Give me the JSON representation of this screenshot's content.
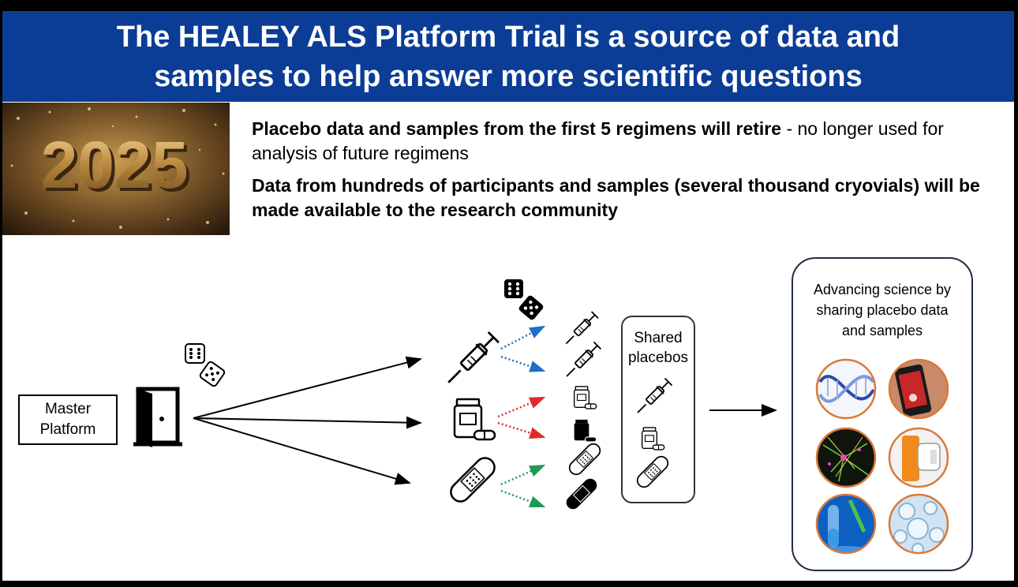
{
  "title": {
    "line1": "The HEALEY ALS Platform Trial is a source of data and",
    "line2": "samples to help answer more scientific questions"
  },
  "photo": {
    "text": "2025",
    "icon": "2025-celebration-image"
  },
  "bullets": [
    {
      "bold": "Placebo data and samples from the first 5 regimens will retire",
      "rest": " - no longer used for analysis of future regimens"
    },
    {
      "bold": "Data from hundreds of participants and samples (several thousand cryovials) will be made available to the research community",
      "rest": ""
    }
  ],
  "master": {
    "line1": "Master",
    "line2": "Platform"
  },
  "shared": {
    "line1": "Shared",
    "line2": "placebos"
  },
  "science": {
    "line1": "Advancing science by",
    "line2": "sharing placebo data",
    "line3": "and samples"
  },
  "icons": [
    "door-icon",
    "dice-icon",
    "syringe-icon",
    "pill-bottle-icon",
    "bandage-icon",
    "dna-icon",
    "phone-app-icon",
    "neurons-icon",
    "spirometer-icon",
    "test-tube-icon",
    "cells-icon"
  ],
  "colors": {
    "banner": "#0b3d96",
    "blue_arrow": "#1f6fc9",
    "red_arrow": "#e02a2a",
    "green_arrow": "#1e9a52",
    "circle_border": "#d97a3a"
  }
}
